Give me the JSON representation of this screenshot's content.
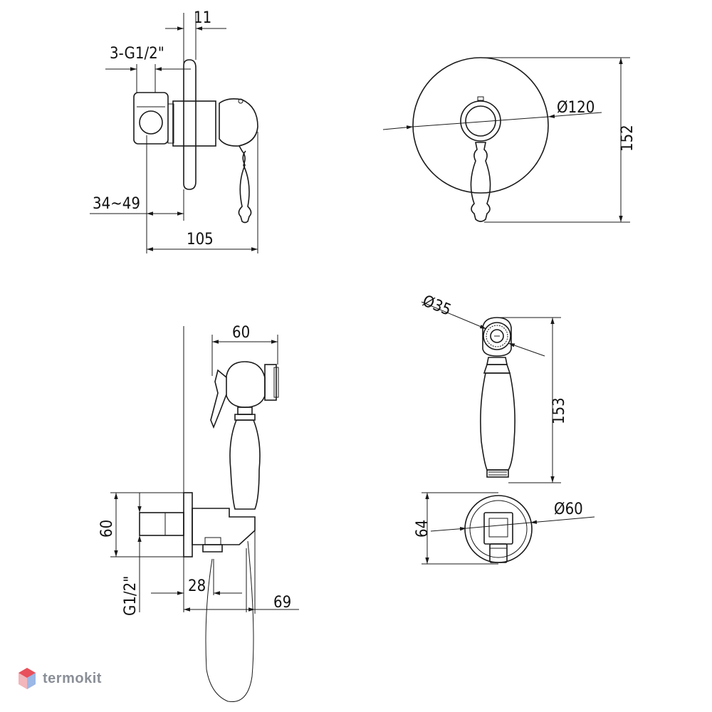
{
  "labels": {
    "view_side": {
      "d11": "11",
      "thread": "3-G1/2\"",
      "depth": "34~49",
      "length": "105"
    },
    "view_front": {
      "diameter": "Ø120",
      "height": "152"
    },
    "view_holder_side": {
      "width": "60",
      "height": "60",
      "thread": "G1/2\"",
      "d28": "28",
      "d69": "69"
    },
    "view_head": {
      "diameter": "Ø35",
      "length": "153"
    },
    "view_elbow": {
      "height": "64",
      "diameter": "Ø60"
    }
  },
  "watermark": {
    "text": "termokit"
  },
  "colors": {
    "line": "#1a1a1a",
    "watermark": "#8a8f97",
    "logo_red": "#e8505b",
    "logo_blue": "#5b8fd6"
  }
}
